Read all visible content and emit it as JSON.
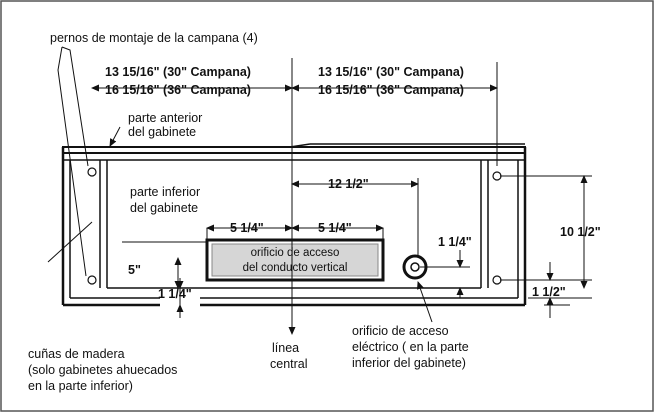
{
  "labels": {
    "mounting_bolts": "pernos de montaje de la campana (4)",
    "dim_left_30": "13 15/16\" (30\" Campana)",
    "dim_left_36": "16 15/16\" (36\" Campana)",
    "dim_right_30": "13 15/16\" (30\" Campana)",
    "dim_right_36": "16 15/16\" (36\" Campana)",
    "front_line1": "parte anterior",
    "front_line2": "del gabinete",
    "bottom_line1": "parte inferior",
    "bottom_line2": "del gabinete",
    "dim_12_half": "12 1/2\"",
    "dim_5q_left": "5 1/4\"",
    "dim_5q_right": "5 1/4\"",
    "duct_line1": "orificio de acceso",
    "duct_line2": "del conducto vertical",
    "dim_1q_hole": "1 1/4\"",
    "dim_10_half": "10 1/2\"",
    "dim_5": "5\"",
    "dim_1q_left": "1 1/4\"",
    "dim_1_half": "1 1/2\"",
    "shims_line1": "cuñas de madera",
    "shims_line2": "(solo gabinetes ahuecados",
    "shims_line3": "en la parte inferior)",
    "centerline_line1": "línea",
    "centerline_line2": "central",
    "electric_line1": "orificio de acceso",
    "electric_line2": "eléctrico ( en la parte",
    "electric_line3": "inferior del gabinete)"
  }
}
